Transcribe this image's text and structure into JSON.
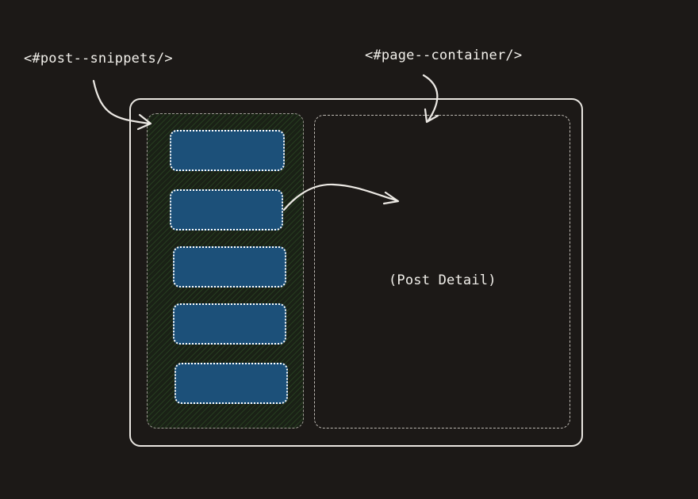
{
  "labels": {
    "post_snippets": "<#post--snippets/>",
    "page_container": "<#page--container/>",
    "post_detail": "(Post Detail)"
  },
  "snippets": [
    {
      "id": 1
    },
    {
      "id": 2
    },
    {
      "id": 3
    },
    {
      "id": 4
    },
    {
      "id": 5
    }
  ],
  "colors": {
    "background": "#1c1917",
    "snippet_fill": "#1c5079",
    "stroke": "#e9e6e1",
    "hatch": "#3c6e32"
  }
}
